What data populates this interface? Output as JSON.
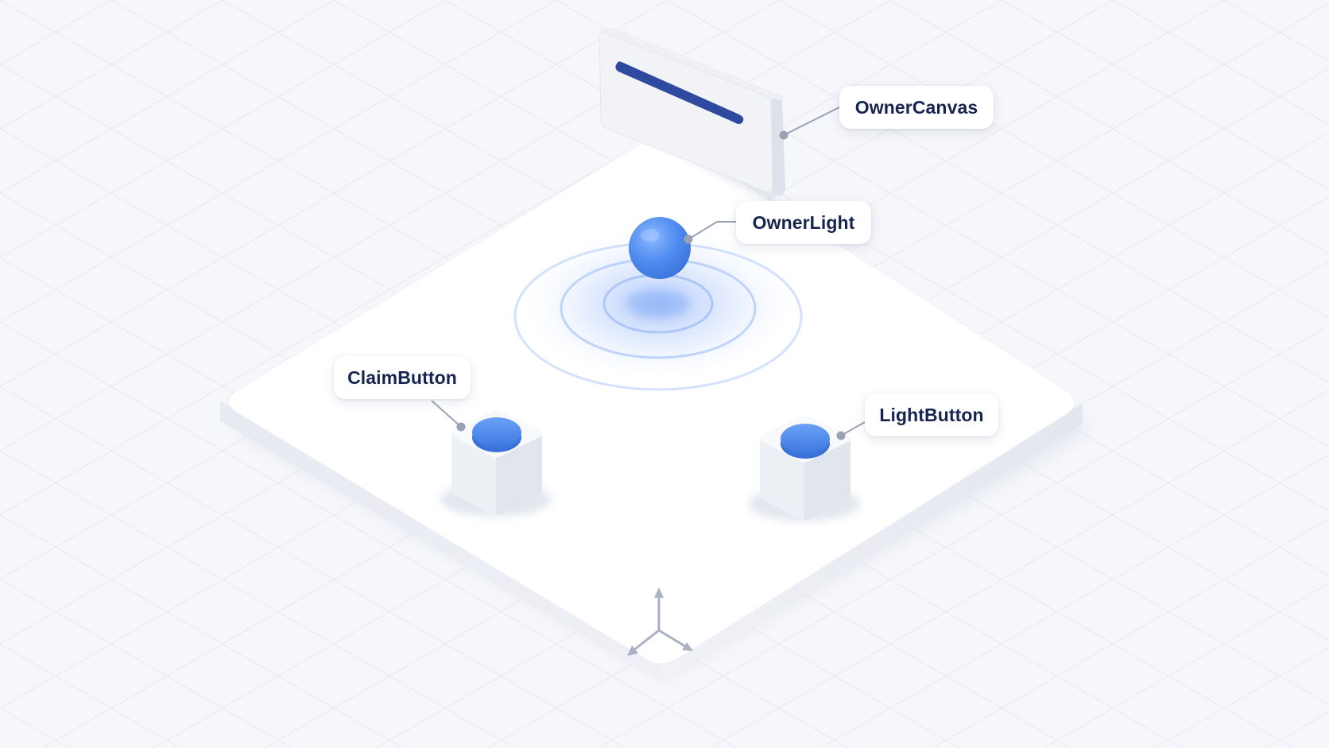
{
  "labels": {
    "owner_canvas": "OwnerCanvas",
    "owner_light": "OwnerLight",
    "claim_button": "ClaimButton",
    "light_button": "LightButton"
  },
  "icons": {
    "gizmo": "axis-gizmo-icon"
  },
  "colors": {
    "background": "#f6f7fa",
    "platform": "#ffffff",
    "accent_blue": "#4f8bf0",
    "canvas_bar": "#2e4a9e",
    "label_text": "#16244f",
    "leader_line": "#9aa3b5",
    "gizmo": "#a9b1c4"
  }
}
